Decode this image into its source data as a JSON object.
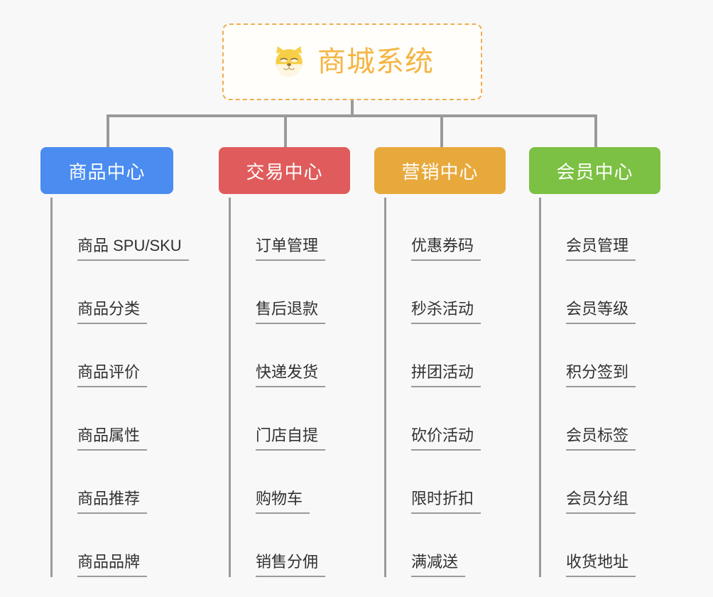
{
  "background_color": "#f8f8f8",
  "root": {
    "title": "商城系统",
    "icon": "shiba-dog-icon",
    "text_color": "#f5b543",
    "border_color": "#f0ad4e"
  },
  "connector_color": "#9a9a9a",
  "categories": [
    {
      "label": "商品中心",
      "color": "#4a8cf0",
      "items": [
        "商品 SPU/SKU",
        "商品分类",
        "商品评价",
        "商品属性",
        "商品推荐",
        "商品品牌"
      ]
    },
    {
      "label": "交易中心",
      "color": "#e05c5c",
      "items": [
        "订单管理",
        "售后退款",
        "快递发货",
        "门店自提",
        "购物车",
        "销售分佣"
      ]
    },
    {
      "label": "营销中心",
      "color": "#e8a93c",
      "items": [
        "优惠券码",
        "秒杀活动",
        "拼团活动",
        "砍价活动",
        "限时折扣",
        "满减送"
      ]
    },
    {
      "label": "会员中心",
      "color": "#7cc143",
      "items": [
        "会员管理",
        "会员等级",
        "积分签到",
        "会员标签",
        "会员分组",
        "收货地址"
      ]
    }
  ]
}
